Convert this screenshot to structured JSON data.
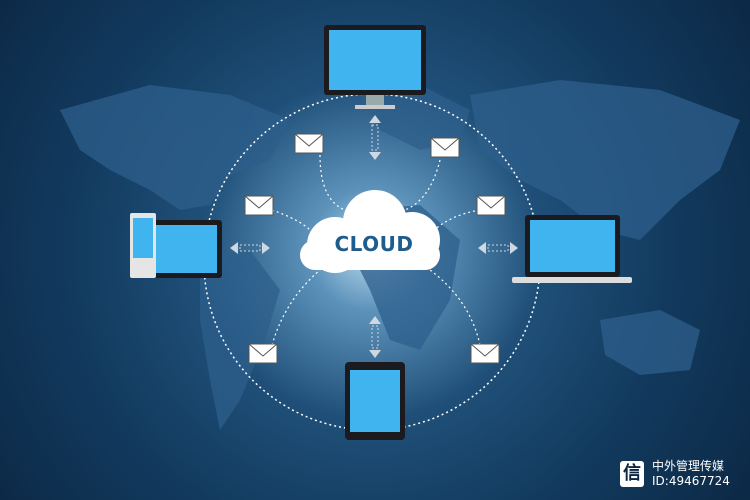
{
  "cloud": {
    "label": "CLOUD"
  },
  "watermark": {
    "logo_char": "信",
    "name": "中外管理传媒",
    "id": "ID:49467724"
  },
  "colors": {
    "screen": "#3fb4ee",
    "background": "#123a5e",
    "device": "#1b1b1f"
  }
}
